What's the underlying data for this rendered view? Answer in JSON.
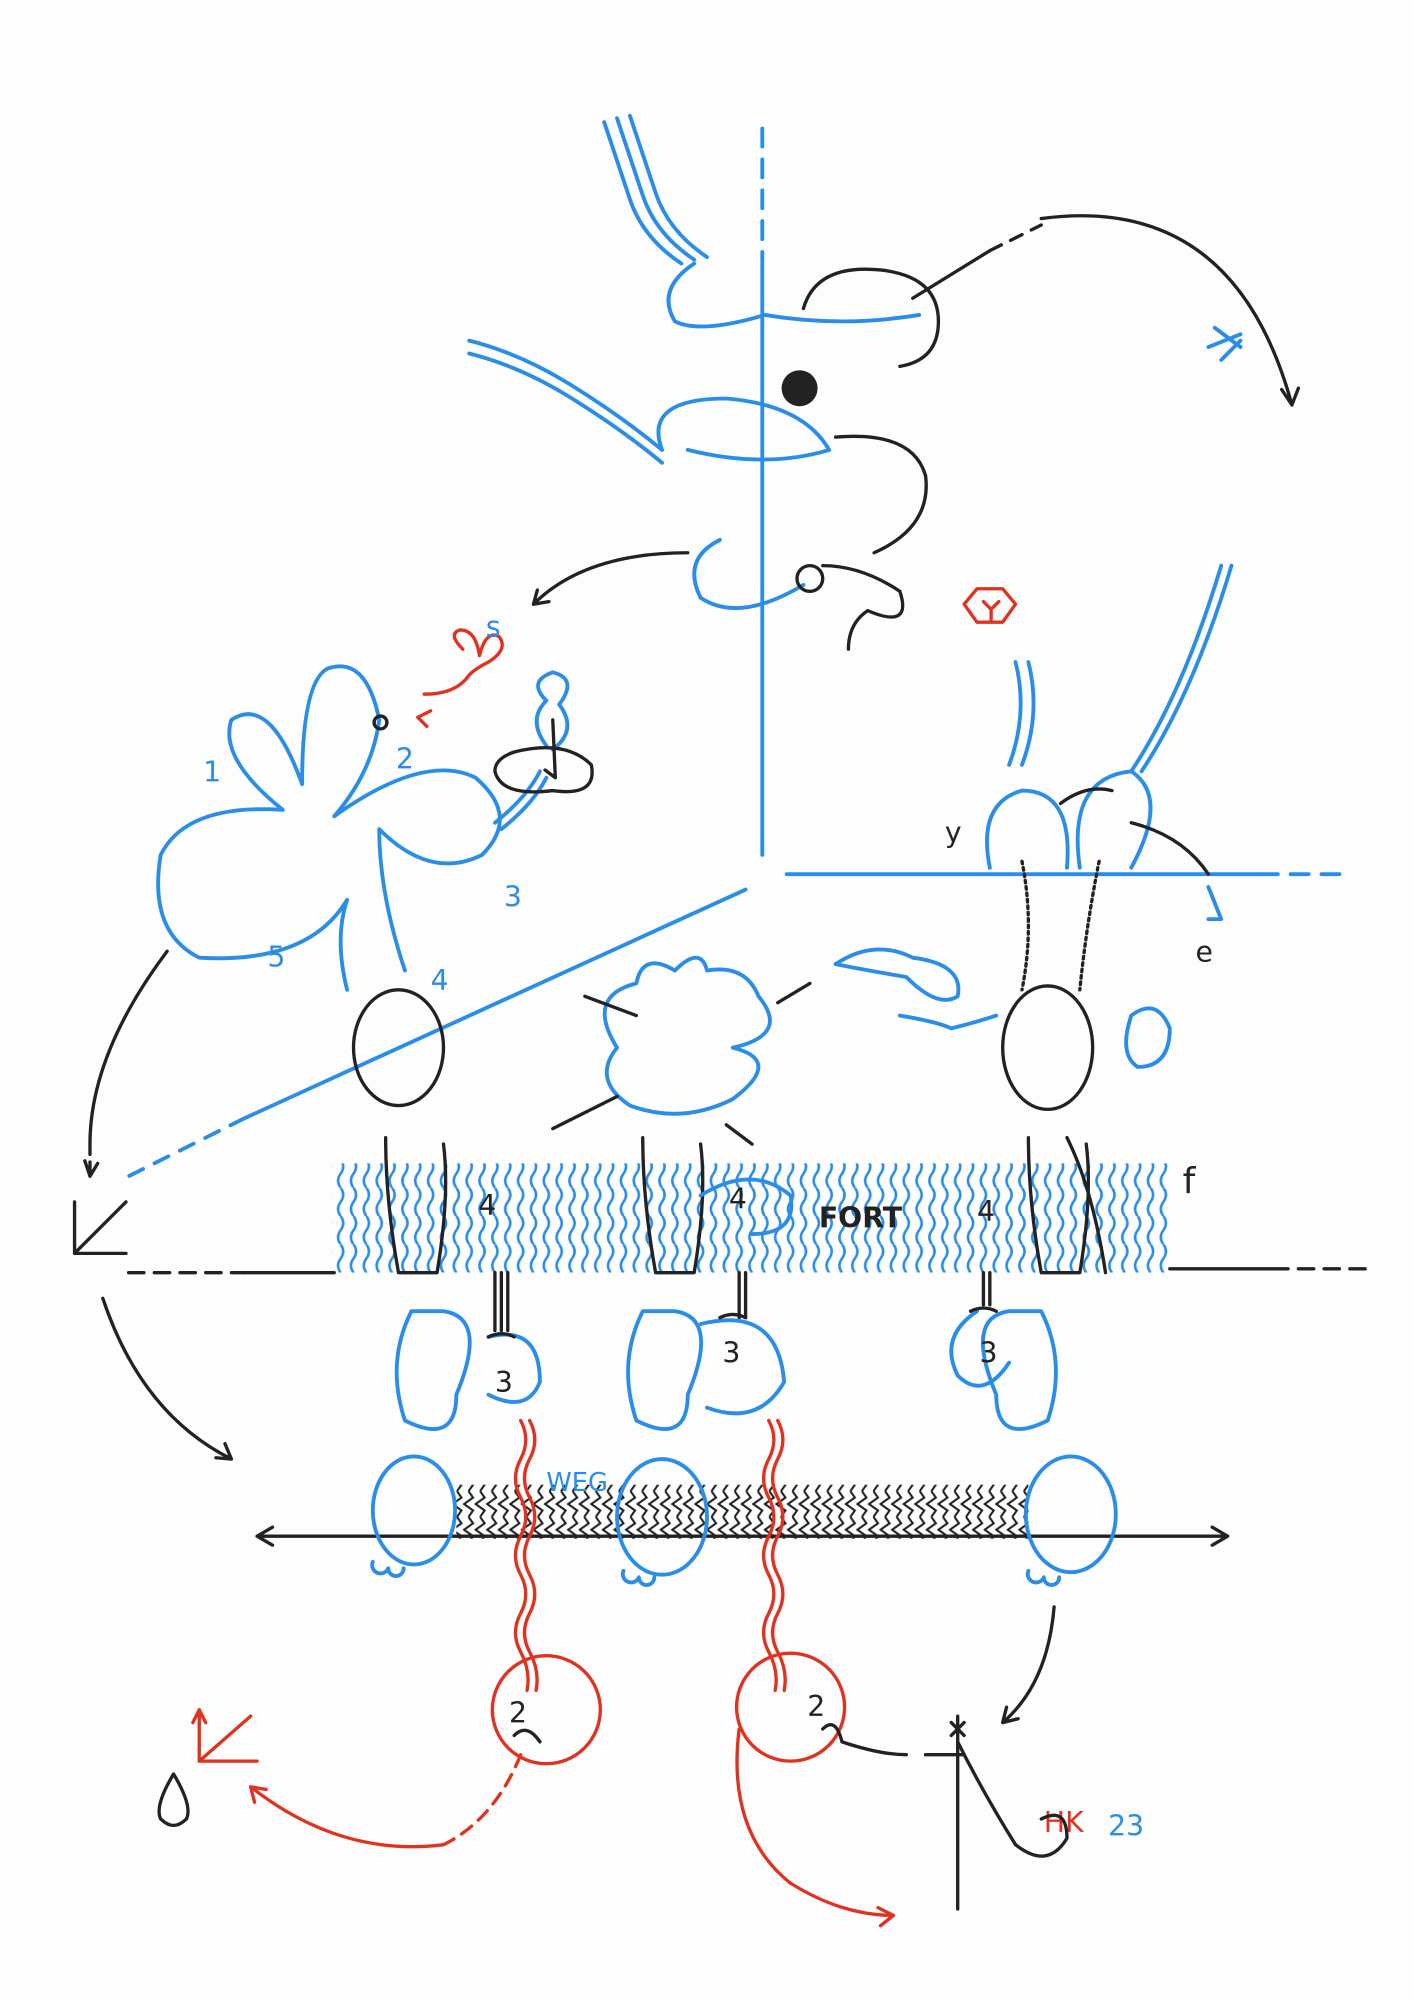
{
  "artwork": {
    "labels": {
      "fort": "FORT",
      "weg": "WEG",
      "y": "y",
      "e": "e",
      "f": "f",
      "s": "s",
      "s_petal": "5",
      "petal_1": "1",
      "petal_2": "2",
      "petal_3": "3",
      "petal_4": "4",
      "hand_4a": "4",
      "hand_4b": "4",
      "hand_4c": "4",
      "foot_3a": "3",
      "foot_3b": "3",
      "foot_3c": "3",
      "red_2a": "2",
      "red_2b": "2"
    },
    "signature": {
      "initials": "HK",
      "year": "23"
    },
    "colors": {
      "blue": "#2a8ee8",
      "black": "#222222",
      "red": "#e0321e"
    }
  }
}
